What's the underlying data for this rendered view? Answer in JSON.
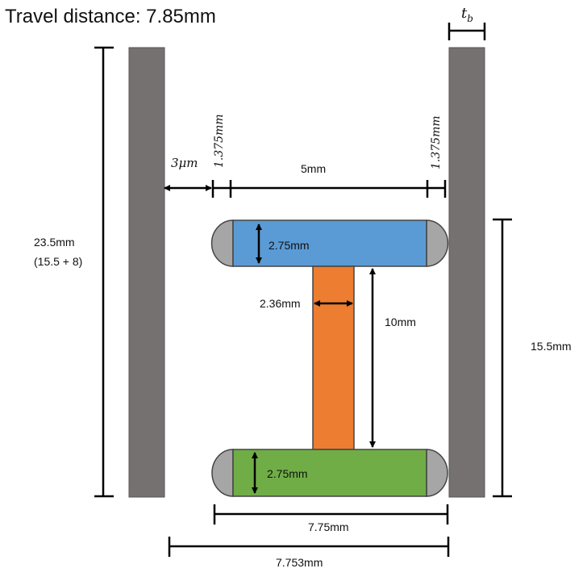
{
  "title": "Travel distance: 7.85mm",
  "labels": {
    "tb_base": "t",
    "tb_sub": "b",
    "gap_3um": "3μm",
    "left_clear": "1.375mm",
    "right_clear": "1.375mm",
    "span_5mm": "5mm",
    "height_total_line1": "23.5mm",
    "height_total_line2": "(15.5 + 8)",
    "height_right": "15.5mm",
    "top_bar_thickness": "2.75mm",
    "bottom_bar_thickness": "2.75mm",
    "stem_width": "2.36mm",
    "stem_length": "10mm",
    "width_775": "7.75mm",
    "width_7753": "7.753mm"
  },
  "colors": {
    "plate": "#767171",
    "top_bar": "#5b9bd5",
    "stem": "#ed7d31",
    "bottom_bar": "#70ad47",
    "cap": "#a6a6a6",
    "ink": "#000000"
  }
}
